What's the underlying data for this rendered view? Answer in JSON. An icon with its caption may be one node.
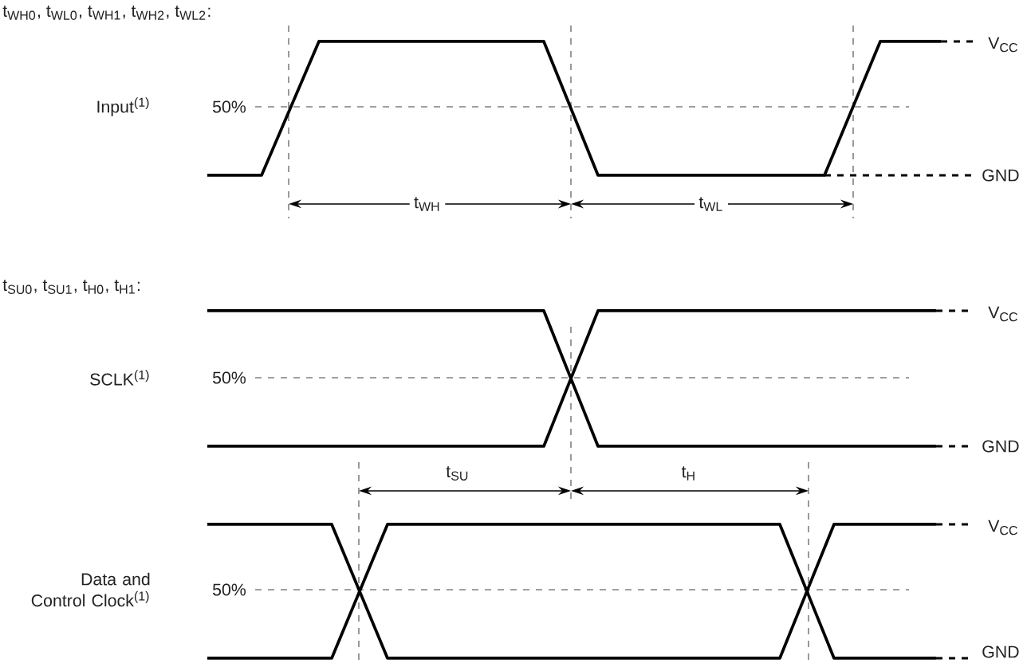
{
  "diagram": {
    "labels": [
      "t$_{WH0}$, t$_{WL0}$, t$_{WH1}$, t$_{WH2}$, t$_{WL2}$:",
      "V$_{CC}$",
      "Input$^{(1)}$",
      "50%",
      "GND",
      "t$_{WH}$",
      "t$_{WL}$",
      "t$_{SU0}$, t$_{SU1}$, t$_{H0}$, t$_{H1}$:",
      "V$_{CC}$",
      "SCLK$^{(1)}$",
      "50%",
      "GND",
      "t$_{SU}$",
      "t$_{H}$",
      "V$_{CC}$",
      "Data and Control Clock$^{(1)}$",
      "50%",
      "GND"
    ]
  }
}
